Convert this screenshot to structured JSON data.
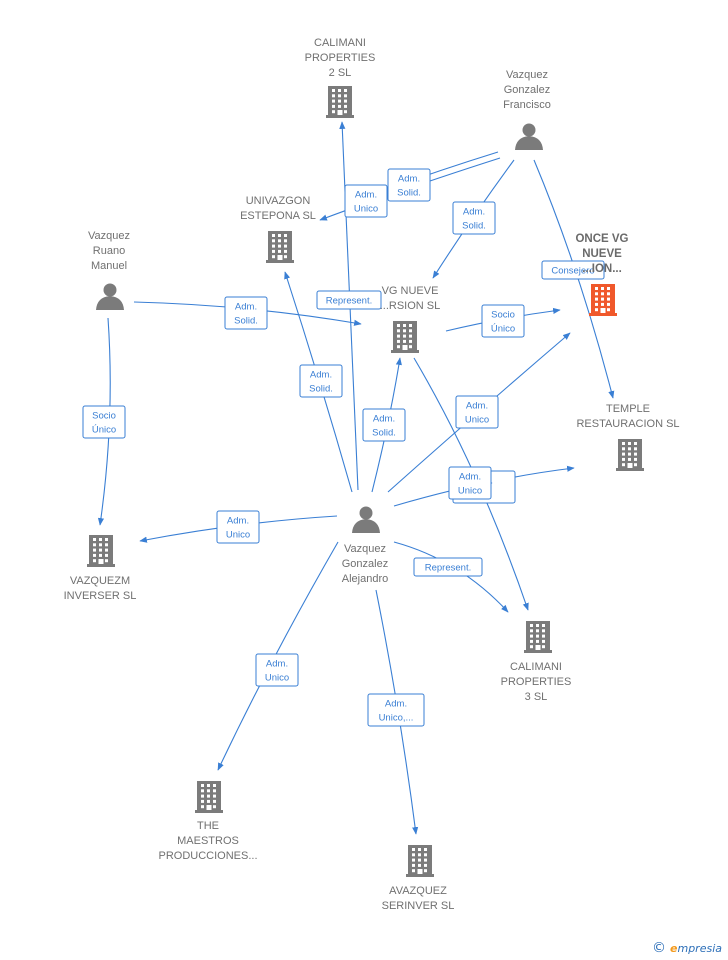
{
  "nodes": [
    {
      "id": "calimani2",
      "type": "company",
      "lines": [
        "CALIMANI",
        "PROPERTIES",
        "2  SL"
      ]
    },
    {
      "id": "vqz_francisco",
      "type": "person",
      "lines": [
        "Vazquez",
        "Gonzalez",
        "Francisco"
      ]
    },
    {
      "id": "univazgon",
      "type": "company",
      "lines": [
        "UNIVAZGON",
        "ESTEPONA  SL"
      ]
    },
    {
      "id": "once_vg",
      "type": "company",
      "highlight": true,
      "lines": [
        "ONCE VG",
        "NUEVE",
        "...ION..."
      ]
    },
    {
      "id": "vqz_ruano",
      "type": "person",
      "lines": [
        "Vazquez",
        "Ruano",
        "Manuel"
      ]
    },
    {
      "id": "vg_nueve",
      "type": "company",
      "lines": [
        "VG NUEVE",
        "...RSION  SL"
      ]
    },
    {
      "id": "temple",
      "type": "company",
      "lines": [
        "TEMPLE",
        "RESTAURACION SL"
      ]
    },
    {
      "id": "vazquezm",
      "type": "company",
      "lines": [
        "VAZQUEZM",
        "INVERSER  SL"
      ]
    },
    {
      "id": "vqz_alejandro",
      "type": "person",
      "lines": [
        "Vazquez",
        "Gonzalez",
        "Alejandro"
      ]
    },
    {
      "id": "calimani3",
      "type": "company",
      "lines": [
        "CALIMANI",
        "PROPERTIES",
        "3  SL"
      ]
    },
    {
      "id": "maestros",
      "type": "company",
      "lines": [
        "THE",
        "MAESTROS",
        "PRODUCCIONES..."
      ]
    },
    {
      "id": "avazquez",
      "type": "company",
      "lines": [
        "AVAZQUEZ",
        "SERINVER  SL"
      ]
    }
  ],
  "edges": [
    {
      "id": "e1",
      "from": "vqz_francisco",
      "to": "calimani2",
      "label": [
        "Adm.",
        "Solid."
      ]
    },
    {
      "id": "e2",
      "from": "vqz_francisco",
      "to": "univazgon",
      "label": [
        "Adm.",
        "Unico"
      ]
    },
    {
      "id": "e3",
      "from": "vqz_francisco",
      "to": "vg_nueve",
      "label": [
        "Adm.",
        "Solid."
      ]
    },
    {
      "id": "e4",
      "from": "vqz_francisco",
      "to": "temple",
      "label": [
        "Consejero"
      ]
    },
    {
      "id": "e5",
      "from": "vqz_ruano",
      "to": "vg_nueve",
      "label": [
        "Adm.",
        "Solid."
      ]
    },
    {
      "id": "e6",
      "from": "vqz_ruano",
      "to": "vazquezm",
      "label": [
        "Socio",
        "Único"
      ]
    },
    {
      "id": "e7",
      "from": "vqz_alejandro",
      "to": "calimani2",
      "label": [
        "Represent."
      ]
    },
    {
      "id": "e8",
      "from": "vqz_alejandro",
      "to": "univazgon",
      "label": [
        "Adm.",
        "Solid."
      ]
    },
    {
      "id": "e9",
      "from": "vqz_alejandro",
      "to": "vg_nueve",
      "label": [
        "Adm.",
        "Solid."
      ]
    },
    {
      "id": "e10",
      "from": "vg_nueve",
      "to": "once_vg",
      "label": [
        "Socio",
        "Único"
      ]
    },
    {
      "id": "e11",
      "from": "vqz_alejandro",
      "to": "once_vg",
      "label": [
        "Adm.",
        "Unico"
      ]
    },
    {
      "id": "e12",
      "from": "vqz_alejandro",
      "to": "temple",
      "label": [
        "...i. .",
        "....."
      ]
    },
    {
      "id": "e13",
      "from": "vg_nueve",
      "to": "calimani3",
      "label": [
        "Adm.",
        "Unico"
      ]
    },
    {
      "id": "e14",
      "from": "vqz_alejandro",
      "to": "vazquezm",
      "label": [
        "Adm.",
        "Unico"
      ]
    },
    {
      "id": "e15",
      "from": "vqz_alejandro",
      "to": "calimani3",
      "label": [
        "Represent."
      ]
    },
    {
      "id": "e16",
      "from": "vqz_alejandro",
      "to": "maestros",
      "label": [
        "Adm.",
        "Unico"
      ]
    },
    {
      "id": "e17",
      "from": "vqz_alejandro",
      "to": "avazquez",
      "label": [
        "Adm.",
        "Unico,..."
      ]
    }
  ],
  "brand": {
    "copyright": "©",
    "e": "e",
    "rest": "mpresia"
  },
  "colors": {
    "edge": "#3a7fd4",
    "icon": "#7b7b7b",
    "highlight_icon": "#f0582b"
  }
}
